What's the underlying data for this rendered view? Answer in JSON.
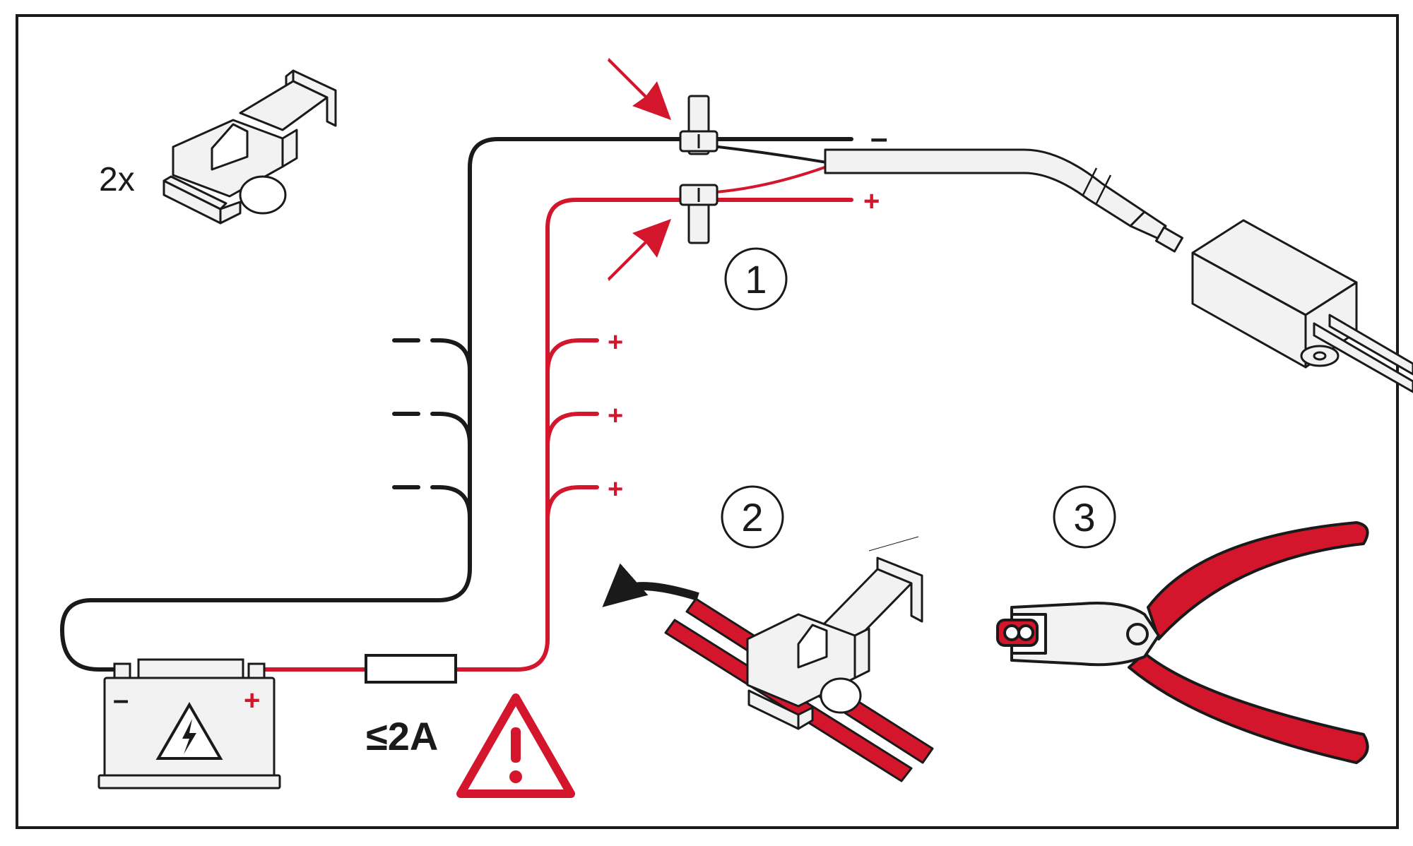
{
  "colors": {
    "wire_negative": "#1a1a1a",
    "wire_positive": "#d3162c",
    "frame": "#1a1a1a",
    "connector_fill": "#f2f2f2",
    "warning_red": "#d3162c"
  },
  "labels": {
    "quantity": "2x",
    "fuse_rating": "≤2A",
    "step_1": "1",
    "step_2": "2",
    "step_3": "3",
    "minus": "–",
    "plus": "+"
  },
  "icons": {
    "connector": "wire-tap-connector-icon",
    "battery": "battery-icon",
    "lightning": "lightning-icon",
    "warning": "warning-triangle-icon",
    "pliers": "crimping-pliers-icon",
    "module": "control-module-icon",
    "arrow": "pointer-arrow-icon"
  }
}
